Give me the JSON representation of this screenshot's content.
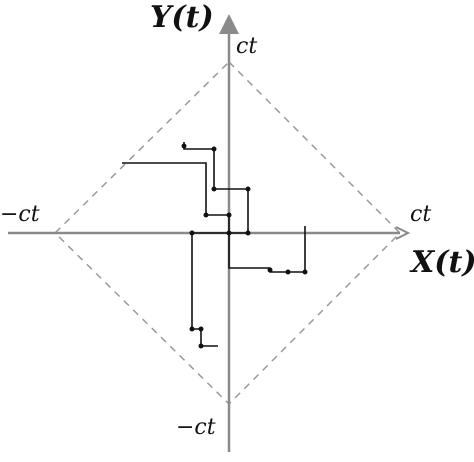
{
  "labels": {
    "y_axis": "Y(t)",
    "x_axis": "X(t)",
    "top": "ct",
    "bottom": "−ct",
    "left": "−ct",
    "right": "ct"
  },
  "colors": {
    "axis": "#8a8a8a",
    "diamond": "#9a9a9a",
    "walk": "#111111",
    "text": "#111111"
  },
  "icons": [
    "y-axis-arrow-icon",
    "x-axis-arrow-icon"
  ]
}
